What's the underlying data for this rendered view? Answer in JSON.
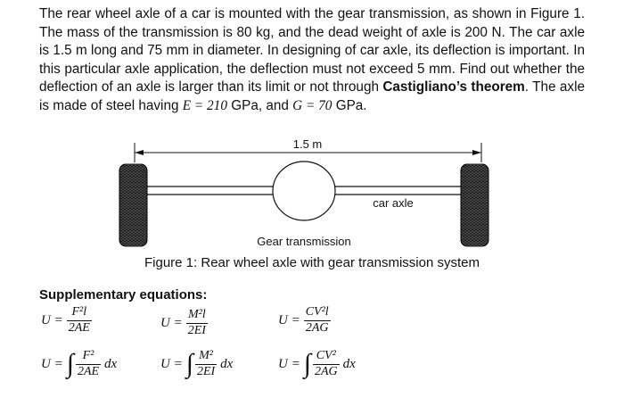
{
  "problem": {
    "text_part1": "The rear wheel axle of a car is mounted with the gear transmission, as shown in Figure 1. The mass of the transmission is 80 kg, and the dead weight of axle is 200 N. The car axle is 1.5 m long and 75 mm in diameter. In designing of car axle, its deflection is important. In this particular axle application, the deflection must not exceed 5 mm. Find out whether the deflection of an axle is larger than its limit or not through ",
    "theorem_name": "Castigliano’s theorem",
    "text_part2": ". The axle is made of steel having ",
    "E_expr": "E = 210",
    "unit_gpa_1": " GPa, and ",
    "G_expr": "G = 70",
    "unit_gpa_2": " GPa."
  },
  "figure": {
    "length_label": "1.5 m",
    "axle_label": "car axle",
    "gear_label": "Gear transmission",
    "caption": "Figure 1: Rear wheel axle with gear transmission system"
  },
  "supplementary": {
    "title": "Supplementary equations:",
    "eq1": {
      "lhs": "U =",
      "num": "F²l",
      "den": "2AE"
    },
    "eq2": {
      "lhs": "U =",
      "num": "M²l",
      "den": "2EI"
    },
    "eq3": {
      "lhs": "U =",
      "num": "CV²l",
      "den": "2AG"
    },
    "eq4": {
      "lhs": "U =",
      "integral": "∫",
      "num": "F²",
      "den": "2AE",
      "dx": "dx"
    },
    "eq5": {
      "lhs": "U =",
      "integral": "∫",
      "num": "M²",
      "den": "2EI",
      "dx": "dx"
    },
    "eq6": {
      "lhs": "U =",
      "integral": "∫",
      "num": "CV²",
      "den": "2AG",
      "dx": "dx"
    }
  },
  "colors": {
    "ink": "#111111",
    "tire": "#1a1a1a",
    "background": "#ffffff"
  }
}
